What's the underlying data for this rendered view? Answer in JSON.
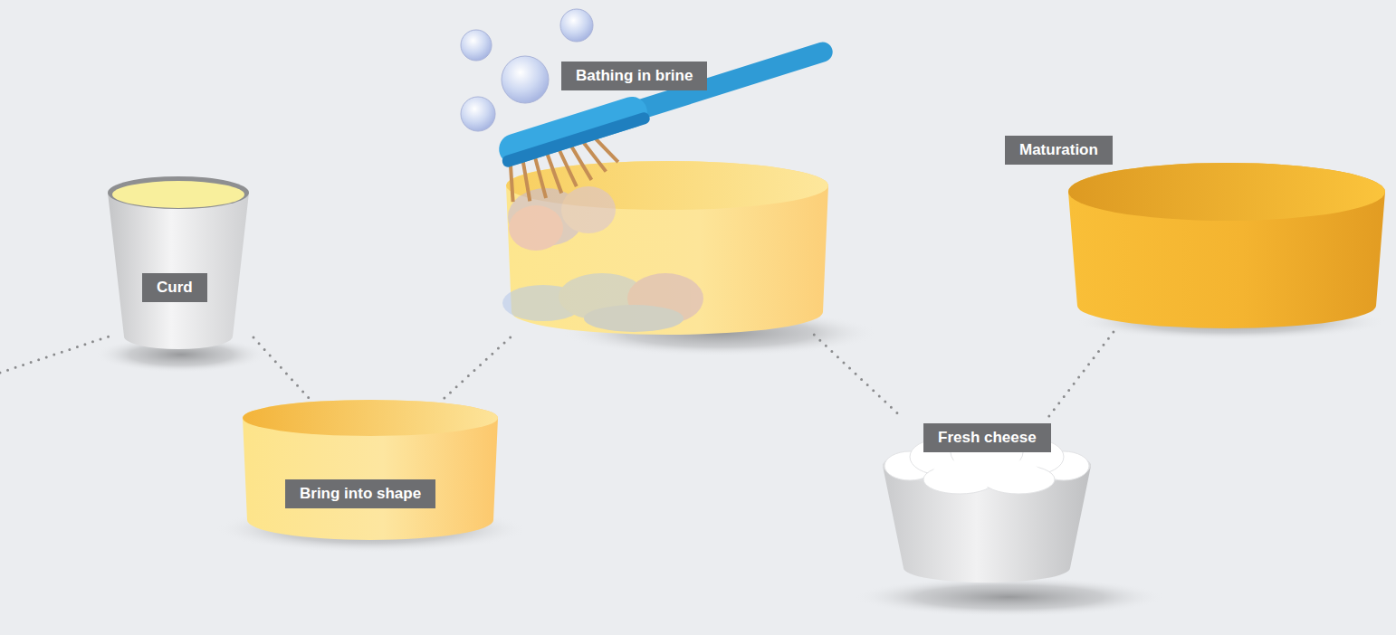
{
  "diagram": {
    "nodes": [
      {
        "text": [
          "Curd"
        ]
      },
      {
        "text": [
          "Bring into shape"
        ]
      },
      {
        "text": [
          "Bathing in brine"
        ]
      },
      {
        "text": [
          "Fresh cheese"
        ]
      },
      {
        "text": [
          "Maturation"
        ]
      }
    ],
    "edges": [
      {
        "from": 0,
        "to": 1,
        "arrow": "none"
      },
      {
        "from": 1,
        "to": 2,
        "arrow": "none"
      },
      {
        "from": 2,
        "to": 3,
        "arrow": "none"
      },
      {
        "from": 3,
        "to": 4,
        "arrow": "none"
      }
    ]
  }
}
